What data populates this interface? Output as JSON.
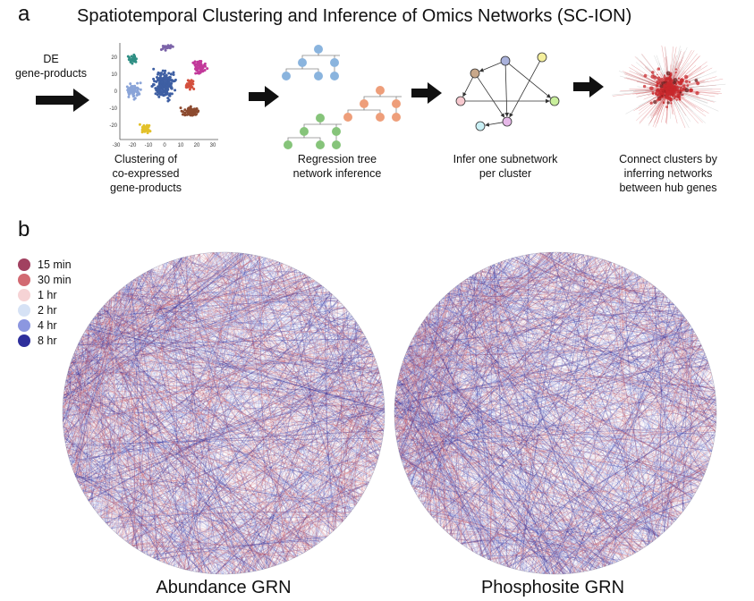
{
  "panel_a": {
    "letter": "a",
    "title": "Spatiotemporal Clustering and Inference of Omics Networks (SC-ION)",
    "input_label_line1": "DE",
    "input_label_line2": "gene-products",
    "steps": [
      {
        "line1": "Clustering of",
        "line2": "co-expressed",
        "line3": "gene-products"
      },
      {
        "line1": "Regression tree",
        "line2": "network inference",
        "line3": ""
      },
      {
        "line1": "Infer one subnetwork",
        "line2": "per cluster",
        "line3": ""
      },
      {
        "line1": "Connect clusters by",
        "line2": "inferring networks",
        "line3": "between hub genes"
      }
    ],
    "tsne_axis": {
      "y_ticks": [
        "20",
        "10",
        "0",
        "-10",
        "-20"
      ],
      "x_ticks": [
        "-30",
        "-20",
        "-10",
        "0",
        "10",
        "20",
        "30"
      ]
    },
    "cluster_colors": [
      "#2f8f84",
      "#7b63a8",
      "#c2399a",
      "#d4503e",
      "#8aa4d8",
      "#3e5fa3",
      "#8c4a2f",
      "#e3c12a"
    ],
    "tree_colors": [
      "#8ab4de",
      "#ee9e7a",
      "#86c47a"
    ],
    "subnetwork_node_colors": [
      "#c9a88a",
      "#aab2dc",
      "#f4ef9c",
      "#f7c9cf",
      "#c9ef9c",
      "#c9f0f5",
      "#e6b8e8"
    ]
  },
  "panel_b": {
    "letter": "b",
    "legend": [
      {
        "label": "15 min",
        "color": "#a14160"
      },
      {
        "label": "30 min",
        "color": "#d26a72"
      },
      {
        "label": "1 hr",
        "color": "#f6d3d5"
      },
      {
        "label": "2 hr",
        "color": "#d6e2f5"
      },
      {
        "label": "4 hr",
        "color": "#8c97e0"
      },
      {
        "label": "8 hr",
        "color": "#2e2f9c"
      }
    ],
    "networks": [
      {
        "label": "Abundance GRN"
      },
      {
        "label": "Phosphosite GRN"
      }
    ]
  }
}
